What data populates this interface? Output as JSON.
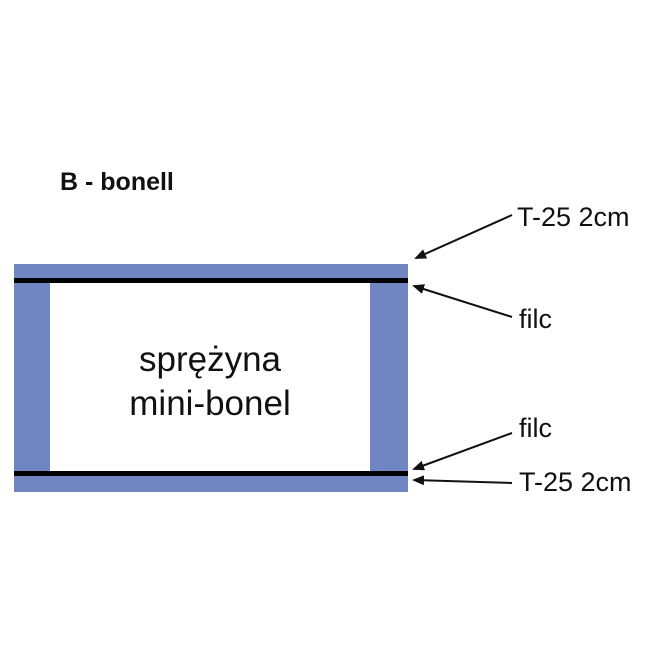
{
  "title": "B - bonell",
  "core": {
    "line1": "sprężyna",
    "line2": "mini-bonel"
  },
  "callouts": {
    "top_outer": "T-25 2cm",
    "top_inner": "filc",
    "bottom_inner": "filc",
    "bottom_outer": "T-25 2cm"
  },
  "colors": {
    "foam": "#6f86c2",
    "felt_line": "#000000",
    "core_fill": "#ffffff",
    "arrow": "#111111"
  }
}
